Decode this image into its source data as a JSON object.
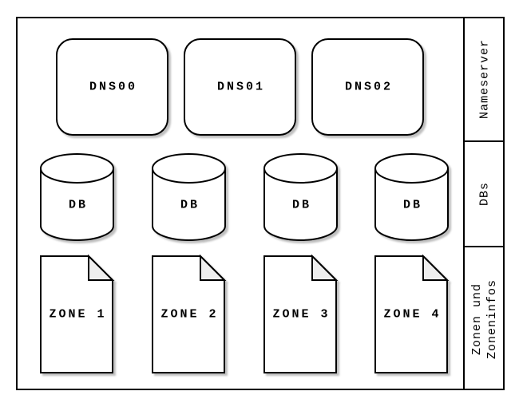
{
  "diagram": {
    "groups": [
      {
        "section_label_lines": [
          "Nameserver"
        ],
        "shape": "rounded-rectangle",
        "items": [
          "DNS00",
          "DNS01",
          "DNS02"
        ]
      },
      {
        "section_label_lines": [
          "DBs"
        ],
        "shape": "cylinder",
        "items": [
          "DB",
          "DB",
          "DB",
          "DB"
        ]
      },
      {
        "section_label_lines": [
          "Zonen und",
          "Zoneninfos"
        ],
        "shape": "document",
        "items": [
          "ZONE 1",
          "ZONE 2",
          "ZONE 3",
          "ZONE 4"
        ]
      }
    ],
    "colors": {
      "stroke": "#000000",
      "shape_fill": "#ffffff",
      "document_fold_fill": "#eeeeee",
      "shadow": "#bfbfbf",
      "background": "#ffffff"
    }
  }
}
